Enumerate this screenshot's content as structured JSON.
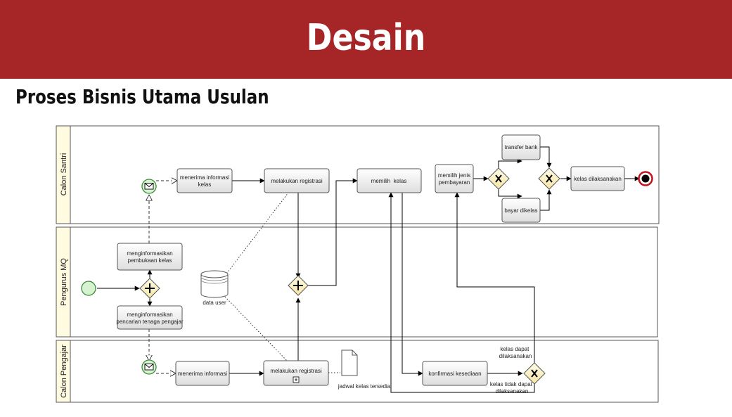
{
  "header": {
    "title": "Desain"
  },
  "subtitle": "Proses Bisnis Utama Usulan",
  "lanes": [
    "Calon Santri",
    "Pengurus MQ",
    "Calon Pengajar"
  ],
  "tasks": {
    "menerima_informasi_kelas": [
      "menerima informasi",
      "kelas"
    ],
    "melakukan_registrasi_santri": [
      "melakukan registrasi"
    ],
    "memilih_kelas": [
      "memilih  kelas"
    ],
    "memilih_jenis_pembayaran": [
      "memilih jenis",
      "pembayaran"
    ],
    "transfer_bank": [
      "transfer bank"
    ],
    "bayar_dikelas": [
      "bayar dikelas"
    ],
    "kelas_dilaksanakan": [
      "kelas dilaksanakan"
    ],
    "menginformasikan_pembukaan": [
      "menginformasikan",
      "pembukaan kelas"
    ],
    "menginformasikan_pencarian": [
      "menginformasikan",
      "pencarian tenaga pengajar"
    ],
    "menerima_informasi_pengajar": [
      "menerima informasi"
    ],
    "melakukan_registrasi_pengajar": [
      "melakukan registrasi"
    ],
    "konfirmasi_kesediaan": [
      "konfirmasi kesediaan"
    ]
  },
  "data_store": "data user",
  "data_object": "jadwal kelas tersedia",
  "flow_labels": {
    "kelas_dapat": [
      "kelas dapat",
      "dilaksanakan"
    ],
    "kelas_tidak_dapat": [
      "kelas tidak dapat",
      "dilaksanakan"
    ]
  },
  "colors": {
    "banner": "#a62628",
    "lane_header": "#fffbe0",
    "task_fill": "#eeeeee",
    "gateway_fill": "#fff3c4",
    "start_fill": "#d6f2d0",
    "end_ring": "#c0151c"
  }
}
